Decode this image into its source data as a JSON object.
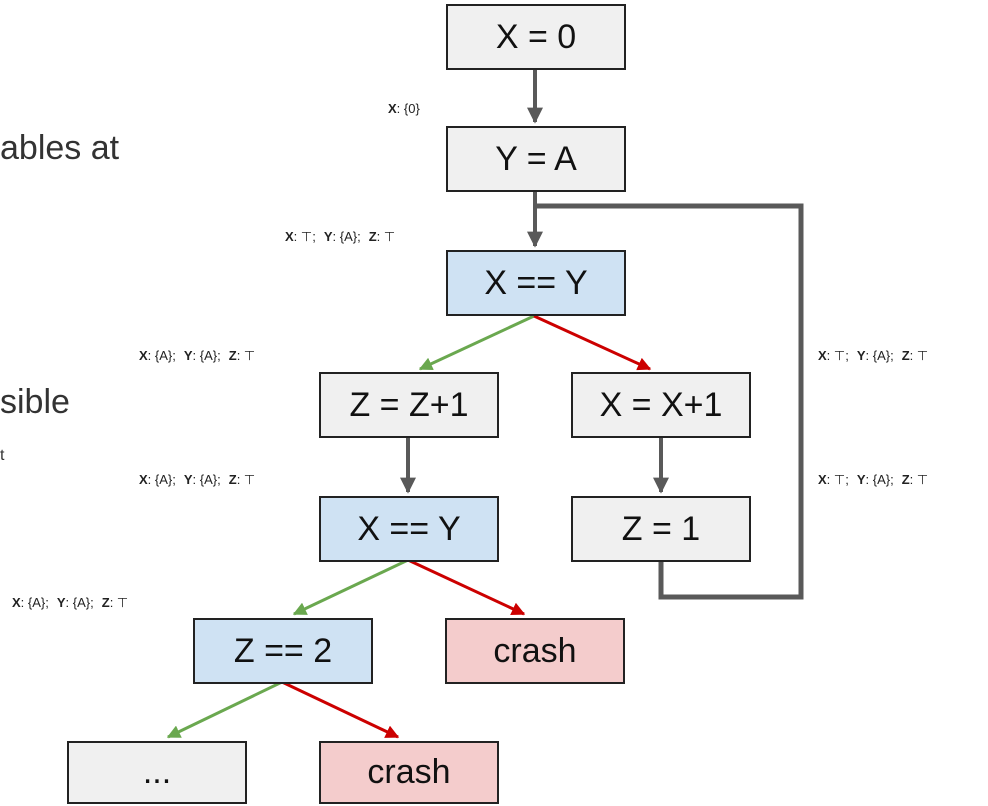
{
  "background_text": [
    "ables at",
    "sible",
    "t"
  ],
  "nodes": {
    "x_eq_0": "X = 0",
    "y_eq_a": "Y = A",
    "cond_x_eq_y_1": "X == Y",
    "z_eq_z_plus_1": "Z = Z+1",
    "x_eq_x_plus_1": "X = X+1",
    "cond_x_eq_y_2": "X == Y",
    "z_eq_1": "Z = 1",
    "cond_z_eq_2": "Z == 2",
    "crash_1": "crash",
    "ellipsis": "...",
    "crash_2": "crash"
  },
  "annotations": {
    "after_x0": [
      {
        "var": "X",
        "val": ": {0}"
      }
    ],
    "before_cond1": [
      {
        "var": "X",
        "val": ": ⊤;"
      },
      {
        "var": "Y",
        "val": ": {A};"
      },
      {
        "var": "Z",
        "val": ": ⊤"
      }
    ],
    "true_branch_1": [
      {
        "var": "X",
        "val": ": {A};"
      },
      {
        "var": "Y",
        "val": ": {A};"
      },
      {
        "var": "Z",
        "val": ": ⊤"
      }
    ],
    "after_zz1": [
      {
        "var": "X",
        "val": ": {A};"
      },
      {
        "var": "Y",
        "val": ": {A};"
      },
      {
        "var": "Z",
        "val": ": ⊤"
      }
    ],
    "true_branch_2": [
      {
        "var": "X",
        "val": ": {A};"
      },
      {
        "var": "Y",
        "val": ": {A};"
      },
      {
        "var": "Z",
        "val": ": ⊤"
      }
    ],
    "loop_upper": [
      {
        "var": "X",
        "val": ": ⊤;"
      },
      {
        "var": "Y",
        "val": ": {A};"
      },
      {
        "var": "Z",
        "val": ": ⊤"
      }
    ],
    "loop_lower": [
      {
        "var": "X",
        "val": ": ⊤;"
      },
      {
        "var": "Y",
        "val": ": {A};"
      },
      {
        "var": "Z",
        "val": ": ⊤"
      }
    ]
  },
  "colors": {
    "plain_fill": "#f0f0f0",
    "condition_fill": "#cfe2f3",
    "crash_fill": "#f4cccc",
    "gray_edge": "#595959",
    "true_edge": "#6aa84f",
    "false_edge": "#cc0000"
  }
}
